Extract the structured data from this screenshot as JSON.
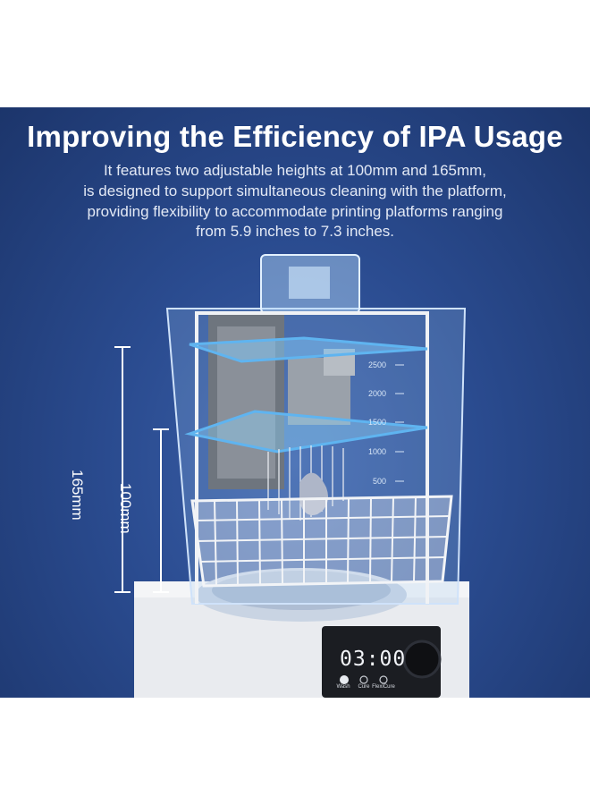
{
  "headline": "Improving the Efficiency of IPA Usage",
  "description": [
    "It features two adjustable heights at 100mm and 165mm,",
    "is designed to support simultaneous cleaning with the platform,",
    "providing flexibility to accommodate printing platforms ranging",
    "from 5.9 inches to 7.3 inches."
  ],
  "dimensions": {
    "tall": "165mm",
    "short": "100mm"
  },
  "tank_scale_marks": [
    "2500",
    "2000",
    "1500",
    "1000",
    "500"
  ],
  "control_panel": {
    "timer": "03:00",
    "modes": [
      "Wash",
      "Cure",
      "FlexiCure"
    ]
  },
  "colors": {
    "background": "#2a4b8f",
    "accent_blue": "#5fb4f0"
  }
}
